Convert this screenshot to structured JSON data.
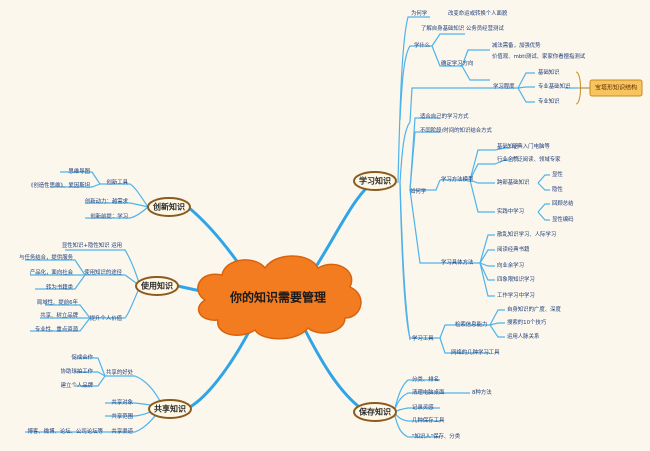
{
  "center": "你的知识需要管理",
  "branches": {
    "learn": "学习知识",
    "save": "保存知识",
    "share": "共享知识",
    "use": "使用知识",
    "innovate": "创新知识"
  },
  "learn": {
    "why": "为何学",
    "why_1": "改变命运或转换个人面貌",
    "what": "学什么",
    "what_1": "了解自身基础知识",
    "what_1a": "公务员经营测试",
    "what_2": "确定学习方向",
    "what_2a": "减法需备，加强优势",
    "what_2b": "价值观、mbti测试、家家你看擅指测试",
    "level": "学习程度",
    "level_1": "基础知识",
    "level_2": "专业基础知识",
    "level_3": "专业知识",
    "callout": "宝塔形知识结构",
    "how": "如何学",
    "how_1": "适合自己的学习方式",
    "how_2": "不同阶段/时间的知识结合方式",
    "model": "学习方法模型",
    "model_1": "基础知识",
    "model_1a": "经典入门电脑等",
    "model_2": "行业全貌",
    "model_2a": "广泛阅读、领域专家",
    "model_3": "跨部基础知识",
    "model_3a": "显性",
    "model_3b": "隐性",
    "model_4": "实践中学习",
    "model_4a": "回顾总结",
    "model_4b": "显性编码",
    "spec": "学习具体方法",
    "spec_1": "散乱知识学习、人际学习",
    "spec_2": "阅读经典书籍",
    "spec_3": "向业余学习",
    "spec_4": "四象限知识学习",
    "spec_5": "工作学习中学习",
    "tools": "学习工具",
    "tools_1": "检索信息能力",
    "tools_1a": "自身知识的广度、深度",
    "tools_1b": "搜索的10个技巧",
    "tools_1c": "运用人脉关系",
    "tools_2": "网络的几种学习工具"
  },
  "save": {
    "s1": "分类、排名",
    "s2": "清理电脑桌面",
    "s2a": "8种方法",
    "s3": "记录灵感",
    "s4": "几种保存工具",
    "s5": "\"知识人\"保存、分类"
  },
  "share": {
    "benefit": "共享的好处",
    "b1": "促成合作",
    "b2": "协助球拍工作",
    "b3": "建立个人品牌",
    "target": "共享对象",
    "scope": "共享范围",
    "channel": "共享渠道",
    "c1": "博客、微博、论坛、公司论坛等"
  },
  "use": {
    "u1": "显性知识+隐性知识 运用",
    "u2": "使用知识的途径",
    "u2a": "与任务结合，提供服务",
    "u2b": "产品化，面向社会",
    "u2c": "转为书籍类",
    "u3": "提升个人价值",
    "u3a": "局域性、提前6年",
    "u3b": "共享、树立品牌",
    "u3c": "专业性、重点资源"
  },
  "innovate": {
    "tools": "创新工具",
    "t1": "思维导图",
    "t2": "《创造性思维》、爱因斯坦",
    "drive": "创新动力：越需求",
    "basis": "创新前提：学习"
  }
}
